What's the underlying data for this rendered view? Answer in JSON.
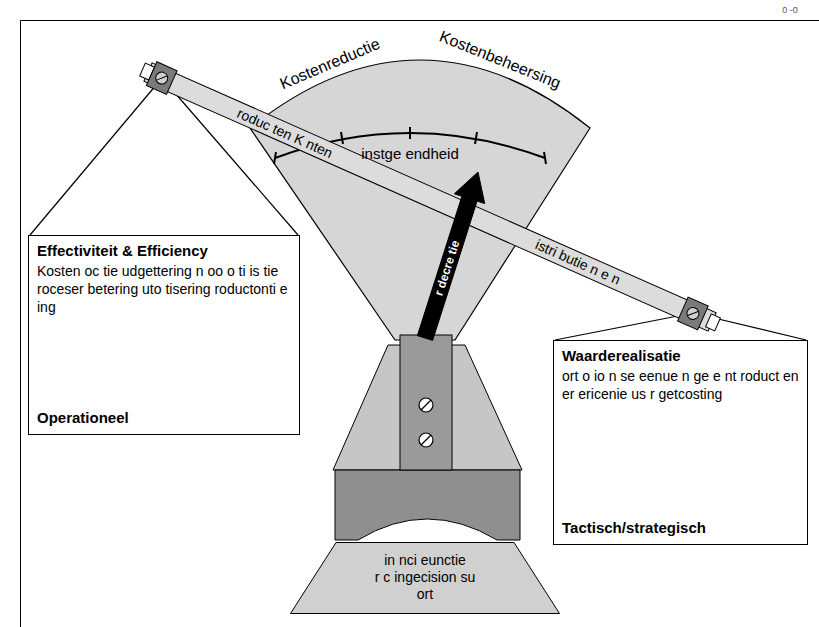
{
  "diagram": {
    "nodes": [
      {
        "text": [
          "Effectiviteit & Efficiency",
          "Kosten oc tie udgettering n oo o ti is tie roceser betering uto tisering roductonti e ing",
          "Operationeel"
        ]
      },
      {
        "text": [
          "Waarderealisatie",
          "ort o io n se eenue n ge e nt roduct en er ericenie us r getcosting",
          "Tactisch/strategisch"
        ]
      },
      {
        "text": [
          "in nci eunctie",
          "r c ingecision su ort"
        ]
      }
    ],
    "labels": [
      "0 -0",
      "Kostenreductie",
      "Kostenbeheersing",
      "instge endheid",
      "r decre tie",
      "roduc ten K nten",
      "istri butie n e n"
    ]
  }
}
